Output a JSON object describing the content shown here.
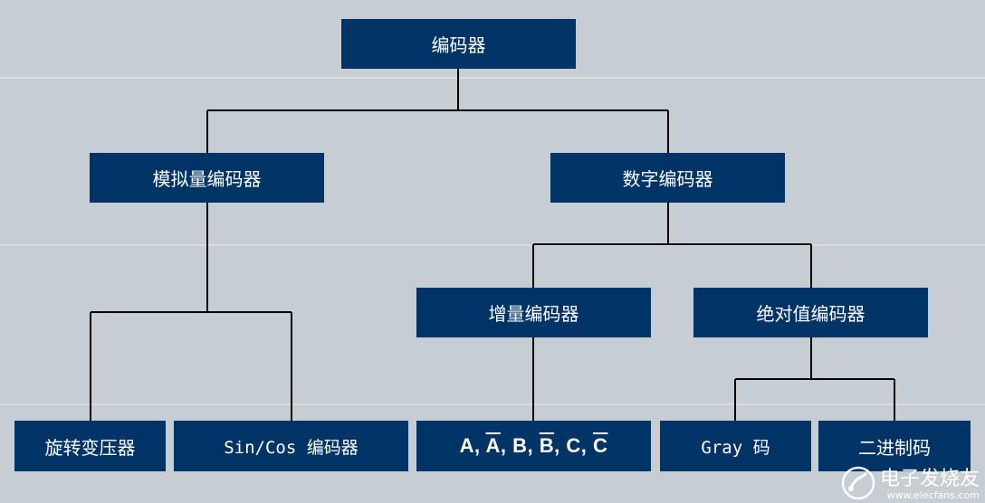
{
  "diagram": {
    "root": {
      "label": "编码器"
    },
    "analog": {
      "label": "模拟量编码器"
    },
    "digital": {
      "label": "数字编码器"
    },
    "incremental": {
      "label": "增量编码器"
    },
    "absolute": {
      "label": "绝对值编码器"
    },
    "resolver": {
      "label": "旋转变压器"
    },
    "sincos": {
      "label": "Sin/Cos 编码器"
    },
    "signals": {
      "a": "A",
      "a_bar": "A",
      "b": "B",
      "b_bar": "B",
      "c": "C",
      "c_bar": "C",
      "separator": ", "
    },
    "gray": {
      "label": "Gray 码"
    },
    "binary": {
      "label": "二进制码"
    }
  },
  "watermark": {
    "title": "电子发烧友",
    "url": "www.elecfans.com"
  },
  "colors": {
    "background": "#c7ced3",
    "node_fill": "#003366",
    "node_text": "#ffffff",
    "connector": "#000000"
  }
}
